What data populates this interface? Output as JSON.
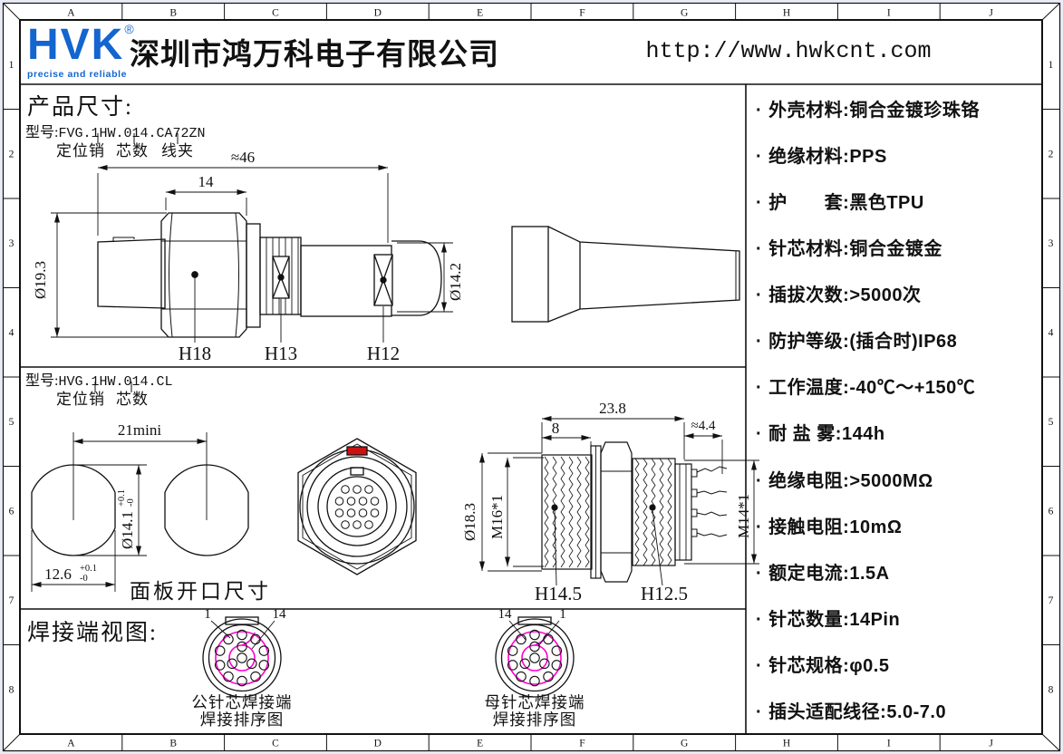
{
  "header": {
    "logo": "HVK",
    "registered": "®",
    "tagline": "precise and reliable",
    "company": "深圳市鸿万科电子有限公司",
    "website": "http://www.hwkcnt.com"
  },
  "ruler": {
    "columns": [
      "A",
      "B",
      "C",
      "D",
      "E",
      "F",
      "G",
      "H",
      "I",
      "J"
    ],
    "rows": [
      "1",
      "2",
      "3",
      "4",
      "5",
      "6",
      "7",
      "8"
    ]
  },
  "section1": {
    "title": "产品尺寸:",
    "model_label": "型号:",
    "model": "FVG.1HW.014.CA72ZN",
    "callout_pin": "定位销",
    "callout_cores": "芯数",
    "callout_clamp": "线夹",
    "dim_total": "≈46",
    "dim_hex": "14",
    "dim_dia_left": "Ø19.3",
    "dim_dia_right": "Ø14.2",
    "label_h18": "H18",
    "label_h13": "H13",
    "label_h12": "H12"
  },
  "section2": {
    "model_label": "型号:",
    "model": "HVG.1HW.014.CL",
    "callout_pin": "定位销",
    "callout_cores": "芯数",
    "panel": {
      "dim_spacing": "21mini",
      "dim_dia": "Ø14.1",
      "dia_tol_plus": "+0.1",
      "dia_tol_minus": "-0",
      "dim_width": "12.6",
      "width_tol_plus": "+0.1",
      "width_tol_minus": "-0",
      "caption": "面板开口尺寸"
    },
    "receptacle": {
      "dim_total": "23.8",
      "dim_front": "8",
      "dim_rear": "≈4.4",
      "dim_dia": "Ø18.3",
      "thread_front": "M16*1",
      "thread_rear": "M14*1",
      "label_h145": "H14.5",
      "label_h125": "H12.5"
    }
  },
  "section3": {
    "title": "焊接端视图:",
    "male": {
      "first": "1",
      "last": "14",
      "caption_line1": "公针芯焊接端",
      "caption_line2": "焊接排序图"
    },
    "female": {
      "first": "14",
      "last": "1",
      "caption_line1": "母针芯焊接端",
      "caption_line2": "焊接排序图"
    }
  },
  "specs": [
    "外壳材料:铜合金镀珍珠铬",
    "绝缘材料:PPS",
    "护　　套:黑色TPU",
    "针芯材料:铜合金镀金",
    "插拔次数:>5000次",
    "防护等级:(插合时)IP68",
    "工作温度:-40℃～+150℃",
    "耐 盐 雾:144h",
    "绝缘电阻:>5000MΩ",
    "接触电阻:10mΩ",
    "额定电流:1.5A",
    "针芯数量:14Pin",
    "针芯规格:φ0.5",
    "插头适配线径:5.0-7.0"
  ],
  "colors": {
    "logo_blue": "#1365cf",
    "solder_path_magenta": "#ff00cc",
    "orientation_mark_red": "#cc1111",
    "page_background": "#e9ebf5"
  }
}
